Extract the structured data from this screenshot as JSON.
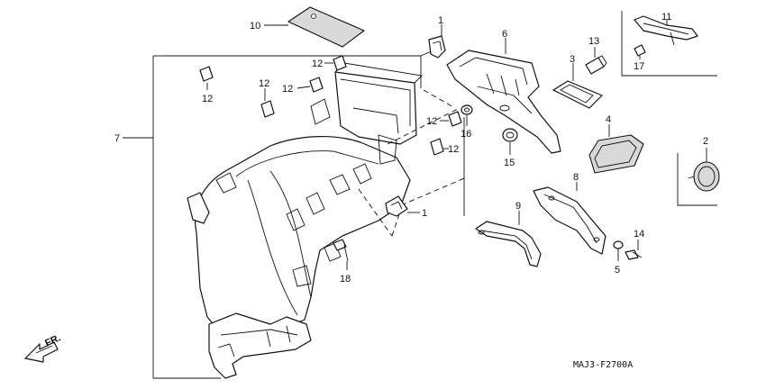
{
  "diagram_code": "MAJ3-F2700A",
  "direction_label": "FR.",
  "callouts": {
    "p1a": "1",
    "p1b": "1",
    "p2": "2",
    "p3": "3",
    "p4": "4",
    "p5": "5",
    "p6": "6",
    "p7": "7",
    "p8": "8",
    "p9": "9",
    "p10": "10",
    "p11": "11",
    "p12a": "12",
    "p12b": "12",
    "p12c": "12",
    "p12d": "12",
    "p12e": "12",
    "p12f": "12",
    "p13": "13",
    "p14": "14",
    "p15": "15",
    "p16": "16",
    "p17": "17",
    "p18": "18"
  }
}
